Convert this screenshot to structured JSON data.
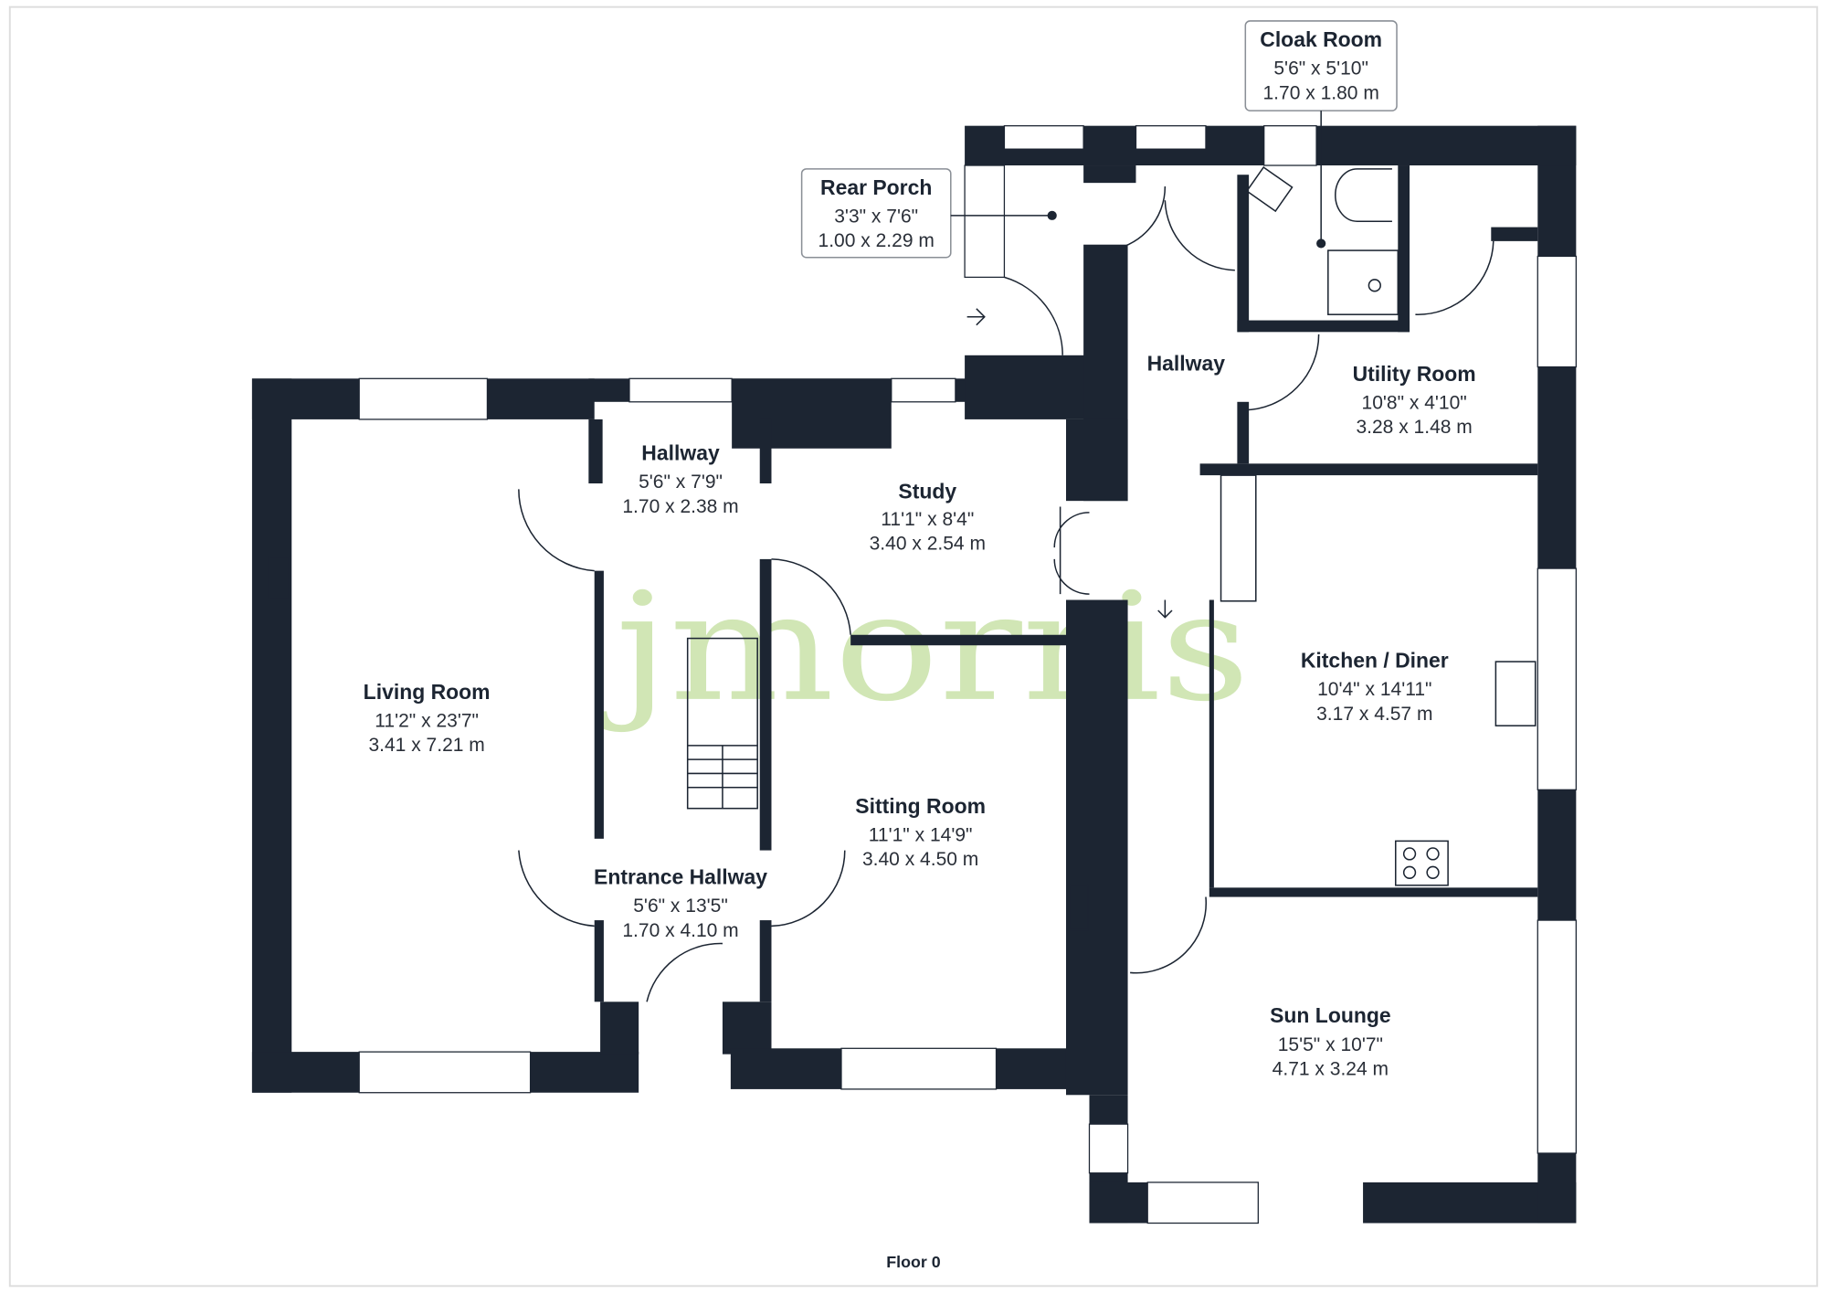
{
  "watermark": "jmorris",
  "floor_label": "Floor 0",
  "colors": {
    "wall": "#1c2532",
    "watermark": "#c9e2a9"
  },
  "rooms": [
    {
      "name": "Cloak Room",
      "imperial": "5'6\" x 5'10\"",
      "metric": "1.70 x 1.80 m"
    },
    {
      "name": "Rear Porch",
      "imperial": "3'3\" x 7'6\"",
      "metric": "1.00 x 2.29 m"
    },
    {
      "name": "Hallway",
      "imperial": "",
      "metric": ""
    },
    {
      "name": "Utility Room",
      "imperial": "10'8\" x 4'10\"",
      "metric": "3.28 x 1.48 m"
    },
    {
      "name": "Hallway",
      "imperial": "5'6\" x 7'9\"",
      "metric": "1.70 x 2.38 m"
    },
    {
      "name": "Study",
      "imperial": "11'1\" x 8'4\"",
      "metric": "3.40 x 2.54 m"
    },
    {
      "name": "Living Room",
      "imperial": "11'2\" x 23'7\"",
      "metric": "3.41 x 7.21 m"
    },
    {
      "name": "Kitchen / Diner",
      "imperial": "10'4\" x 14'11\"",
      "metric": "3.17 x 4.57 m"
    },
    {
      "name": "Sitting Room",
      "imperial": "11'1\" x 14'9\"",
      "metric": "3.40 x 4.50 m"
    },
    {
      "name": "Entrance Hallway",
      "imperial": "5'6\" x 13'5\"",
      "metric": "1.70 x 4.10 m"
    },
    {
      "name": "Sun Lounge",
      "imperial": "15'5\" x 10'7\"",
      "metric": "4.71 x 3.24 m"
    }
  ]
}
